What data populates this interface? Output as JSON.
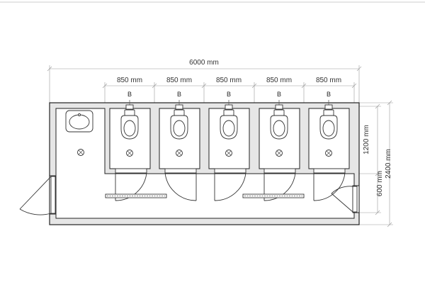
{
  "dimensions": {
    "overall_width": "6000 mm",
    "cabin_widths": [
      "850 mm",
      "850 mm",
      "850 mm",
      "850 mm",
      "850 mm"
    ],
    "cabin_depth": "1200 mm",
    "corridor_depth": "600 mm",
    "overall_depth": "2400 mm"
  },
  "cabins": [
    {
      "label": "B"
    },
    {
      "label": "B"
    },
    {
      "label": "B"
    },
    {
      "label": "B"
    },
    {
      "label": "B"
    }
  ],
  "colors": {
    "wall_fill": "#e6e6e6",
    "line": "#222222",
    "dimension_line": "#9a9a9a"
  }
}
